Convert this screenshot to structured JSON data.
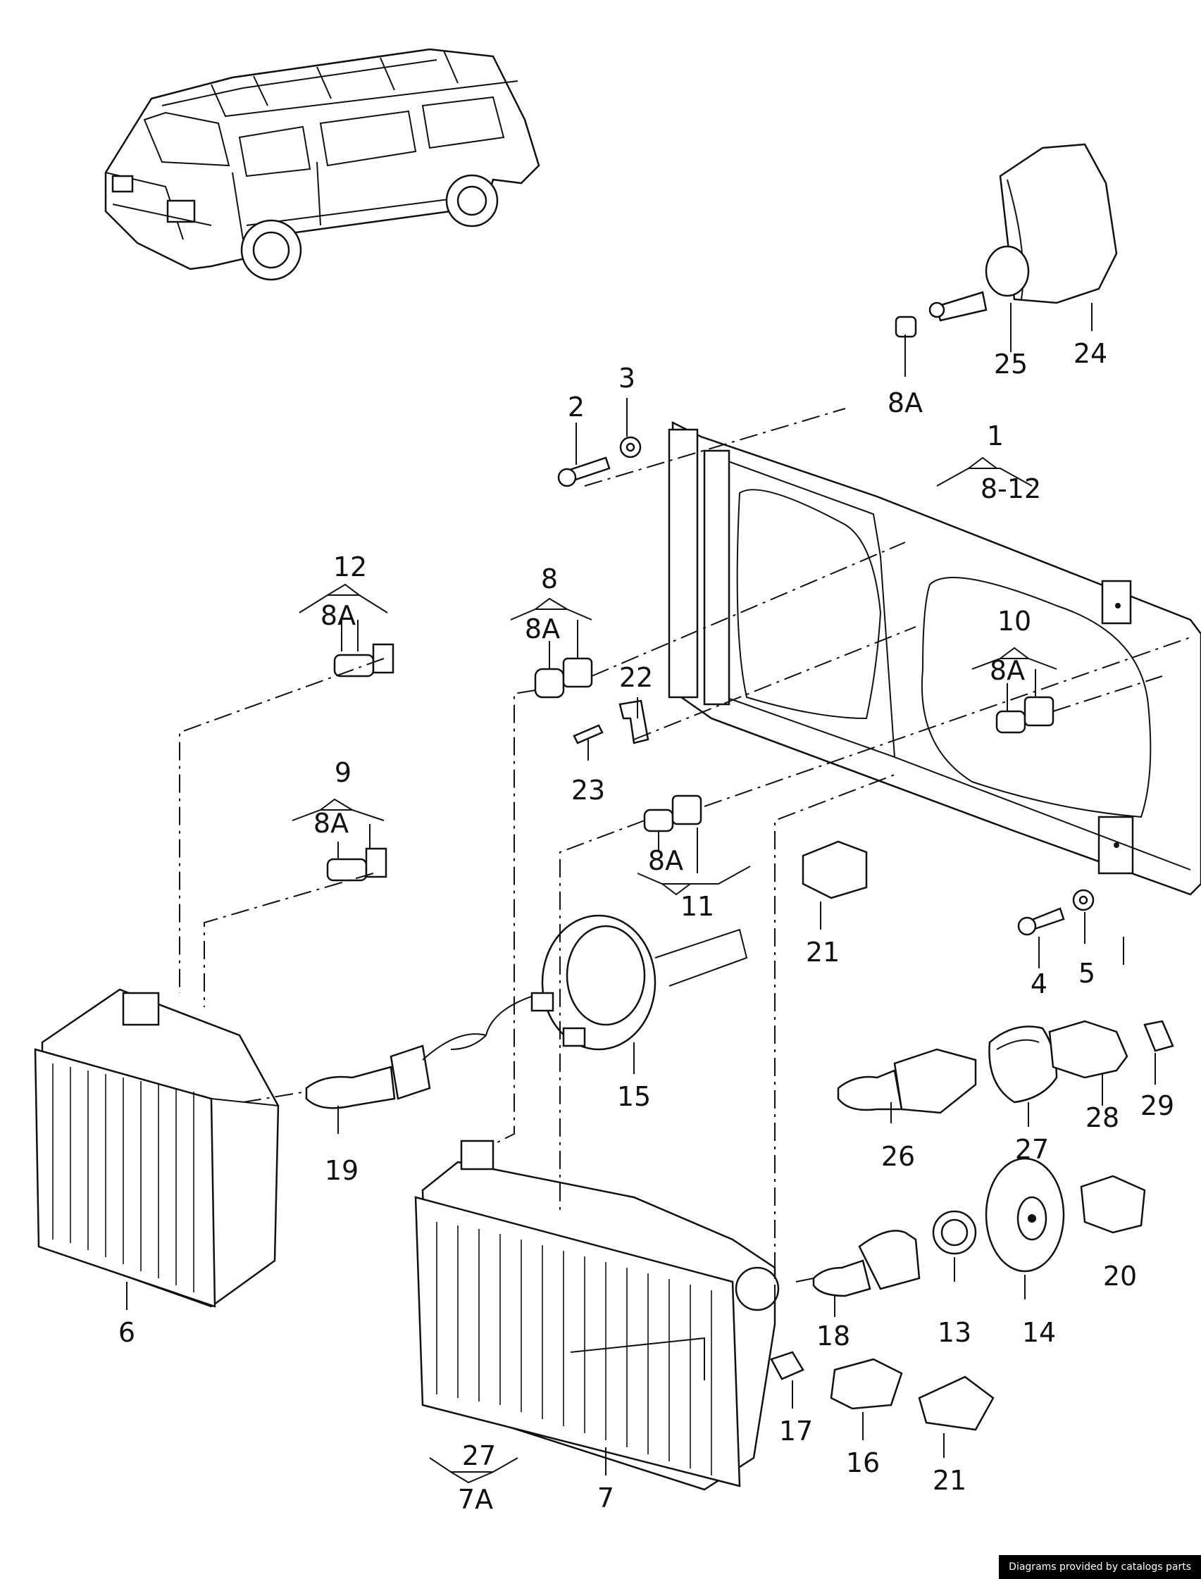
{
  "callouts": {
    "n1": "1",
    "r1": "8-12",
    "n2": "2",
    "n3": "3",
    "n4": "4",
    "n5": "5",
    "n6": "6",
    "n7": "7",
    "r7": "27",
    "n7a": "7A",
    "n8": "8",
    "r8": "8A",
    "n8a_top": "8A",
    "n9": "9",
    "r9": "8A",
    "n10": "10",
    "r10": "8A",
    "n11": "11",
    "r11": "8A",
    "n12": "12",
    "r12": "8A",
    "n13": "13",
    "n14": "14",
    "n15": "15",
    "n16": "16",
    "n17": "17",
    "n18": "18",
    "n19": "19",
    "n20": "20",
    "n21a": "21",
    "n21b": "21",
    "n22": "22",
    "n23": "23",
    "n24": "24",
    "n25": "25",
    "n26": "26",
    "n27": "27",
    "n28": "28",
    "n29": "29"
  },
  "footer": {
    "credit": "Diagrams provided by catalogs parts"
  }
}
